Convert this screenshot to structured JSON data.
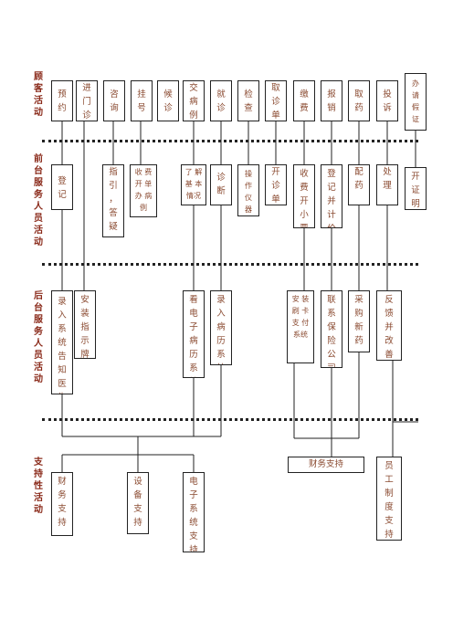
{
  "lanes": {
    "customer": "顾\n客\n活\n动",
    "front": "前\n台\n服\n务\n人\n员\n活\n动",
    "back": "后\n台\n服\n务\n人\n员\n活\n动",
    "support": "支\n持\n性\n活\n动"
  },
  "customer_steps": [
    "预\n约",
    "进\n门\n诊",
    "咨\n询",
    "挂\n号",
    "候\n诊",
    "交\n病\n例",
    "就\n诊",
    "检\n查",
    "取\n诊\n单",
    "缴\n费",
    "报\n销",
    "取\n药",
    "投\n诉",
    "办\n请\n假\n证"
  ],
  "front_steps": [
    "登\n记",
    "指\n引\n，\n答\n疑",
    "收 费\n开 单\n办 病\n例",
    "了 解\n基 本\n情况",
    "诊\n断",
    "操\n作\n仪\n器",
    "开\n诊\n单",
    "收\n费\n开\n小\n票",
    "登\n记\n并\n计\n价",
    "配\n药",
    "处\n理",
    "开\n证\n明"
  ],
  "back_steps": [
    "录\n入\n系\n统\n告\n知\n医\n生",
    "安\n装\n指\n示\n牌",
    "看\n电\n子\n病\n历\n系\n统",
    "录\n入\n病\n历\n系\n统",
    "安 装\n刷 卡\n支 付\n系统",
    "联\n系\n保\n险\n公\n司",
    "采\n购\n新\n药",
    "反\n馈\n并\n改\n善"
  ],
  "support_steps": [
    "财\n务\n支\n持",
    "设\n备\n支\n持",
    "电\n子\n系\n统\n支\n持",
    "财务支持",
    "员\n工\n制\n度\n支\n持"
  ]
}
